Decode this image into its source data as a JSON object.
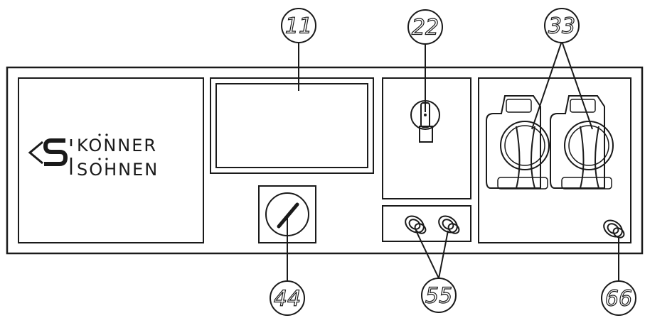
{
  "brand": {
    "line1": "KONNER",
    "line2": "SOHNEN"
  },
  "callouts": {
    "c11": "11",
    "c22": "22",
    "c33": "33",
    "c44": "44",
    "c55": "55",
    "c66": "66"
  },
  "colors": {
    "ink": "#1a1a1a",
    "paper": "#ffffff"
  }
}
